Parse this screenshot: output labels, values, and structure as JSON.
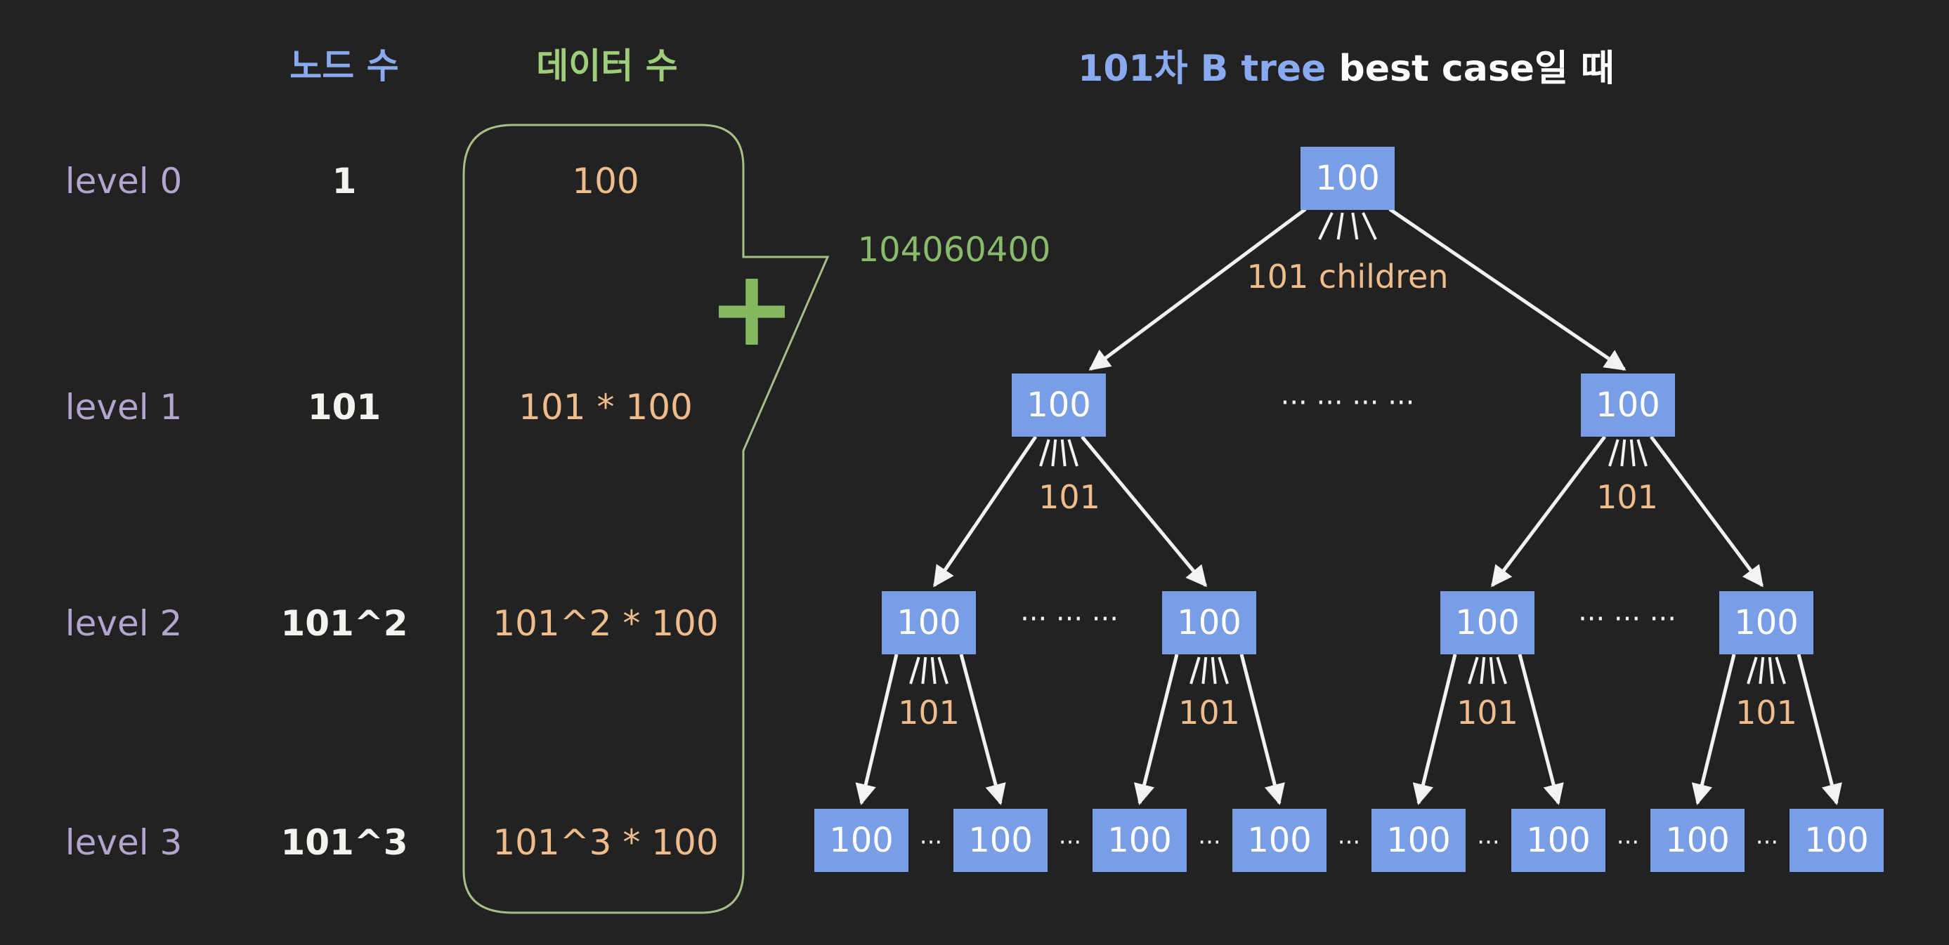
{
  "headers": {
    "node_count": "노드 수",
    "data_count": "데이터 수"
  },
  "levels": [
    {
      "label": "level 0",
      "nodes": "1",
      "data": "100"
    },
    {
      "label": "level 1",
      "nodes": "101",
      "data": "101 * 100"
    },
    {
      "label": "level 2",
      "nodes": "101^2",
      "data": "101^2 * 100"
    },
    {
      "label": "level 3",
      "nodes": "101^3",
      "data": "101^3 * 100"
    }
  ],
  "sum": {
    "plus": "+",
    "total": "104060400"
  },
  "title": {
    "highlight": "101차 B tree",
    "rest": "best case일 때"
  },
  "tree": {
    "node_value": "100",
    "root_children_label": "101 children",
    "children_label": "101",
    "dots_long": "··· ··· ··· ···",
    "dots_mid": "··· ··· ···",
    "dots_short": "···"
  },
  "colors": {
    "background": "#232223",
    "node_header": "#8aaaf0",
    "data_header": "#9fce7a",
    "node_fill": "#7a9ee6",
    "node_text": "#ffffff",
    "edge": "#f2f2f2",
    "label_orange": "#efbd8c",
    "bracket": "#a8be87",
    "title_highlight": "#8aaaf0",
    "title_rest": "#ffffff"
  }
}
